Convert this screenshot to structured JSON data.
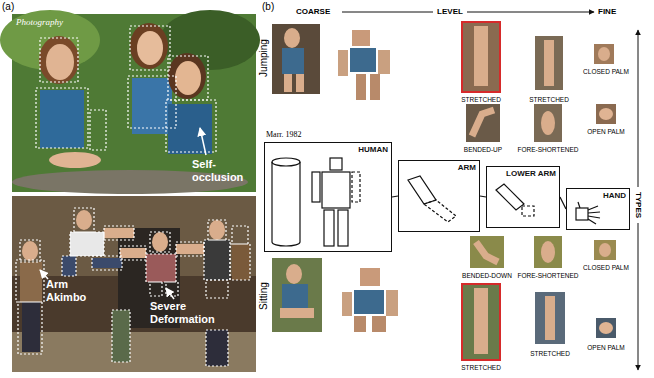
{
  "diagram": {
    "nodes": [
      {
        "text": [
          "HUMAN"
        ]
      },
      {
        "text": [
          "ARM"
        ]
      },
      {
        "text": [
          "LOWER ARM"
        ]
      },
      {
        "text": [
          "HAND"
        ]
      }
    ],
    "edges": [
      {
        "from": 0,
        "to": 1,
        "arrow": "none"
      },
      {
        "from": 1,
        "to": 2,
        "arrow": "none"
      },
      {
        "from": 2,
        "to": 3,
        "arrow": "none"
      }
    ],
    "labels": [
      "(a)",
      "Photography",
      "Self-occlusion",
      "Arm Akimbo",
      "Severe Deformation",
      "(b)",
      "COARSE",
      "LEVEL",
      "FINE",
      "TYPES",
      "Jumping",
      "STRETCHED",
      "STRETCHED",
      "CLOSED PALM",
      "BENDED-UP",
      "FORE-SHORTENED",
      "OPEN PALM",
      "Marr. 1982",
      "Sitting",
      "BENDED-DOWN",
      "FORE-SHORTENED",
      "CLOSED PALM",
      "STRETCHED",
      "STRETCHED",
      "OPEN PALM"
    ]
  }
}
